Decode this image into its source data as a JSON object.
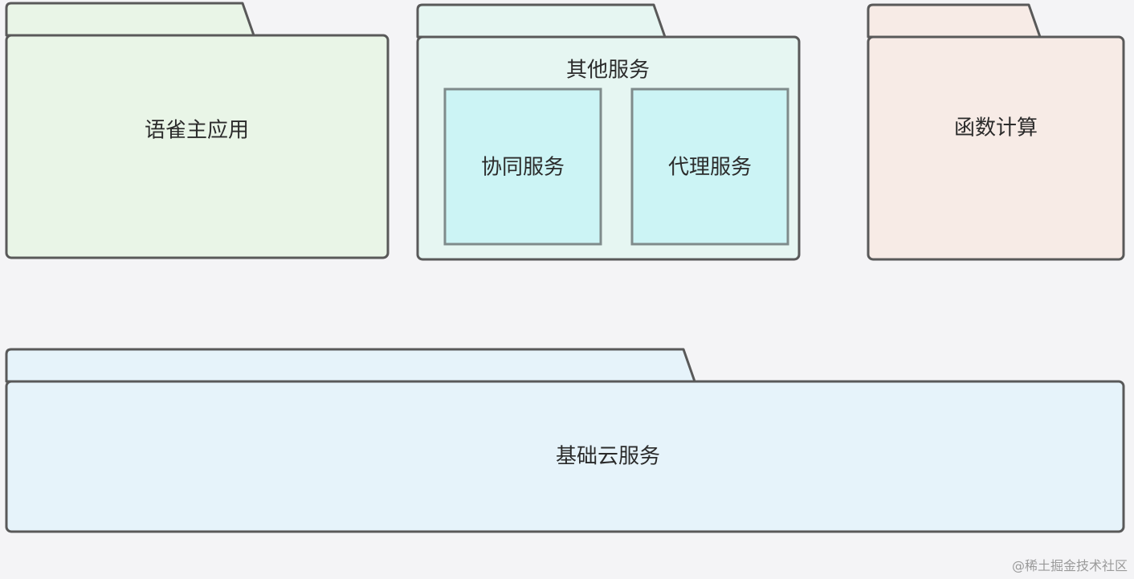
{
  "diagram": {
    "packages": {
      "yuque_main": {
        "label": "语雀主应用",
        "color": "#e9f5e7"
      },
      "other_services": {
        "label": "其他服务",
        "color": "#e6f6f2",
        "children": {
          "collab": {
            "label": "协同服务",
            "color": "#ccf4f5"
          },
          "proxy": {
            "label": "代理服务",
            "color": "#ccf4f5"
          }
        }
      },
      "function_compute": {
        "label": "函数计算",
        "color": "#f7ebe6"
      },
      "base_cloud": {
        "label": "基础云服务",
        "color": "#e6f3fa"
      }
    }
  },
  "watermark": "@稀土掘金技术社区"
}
